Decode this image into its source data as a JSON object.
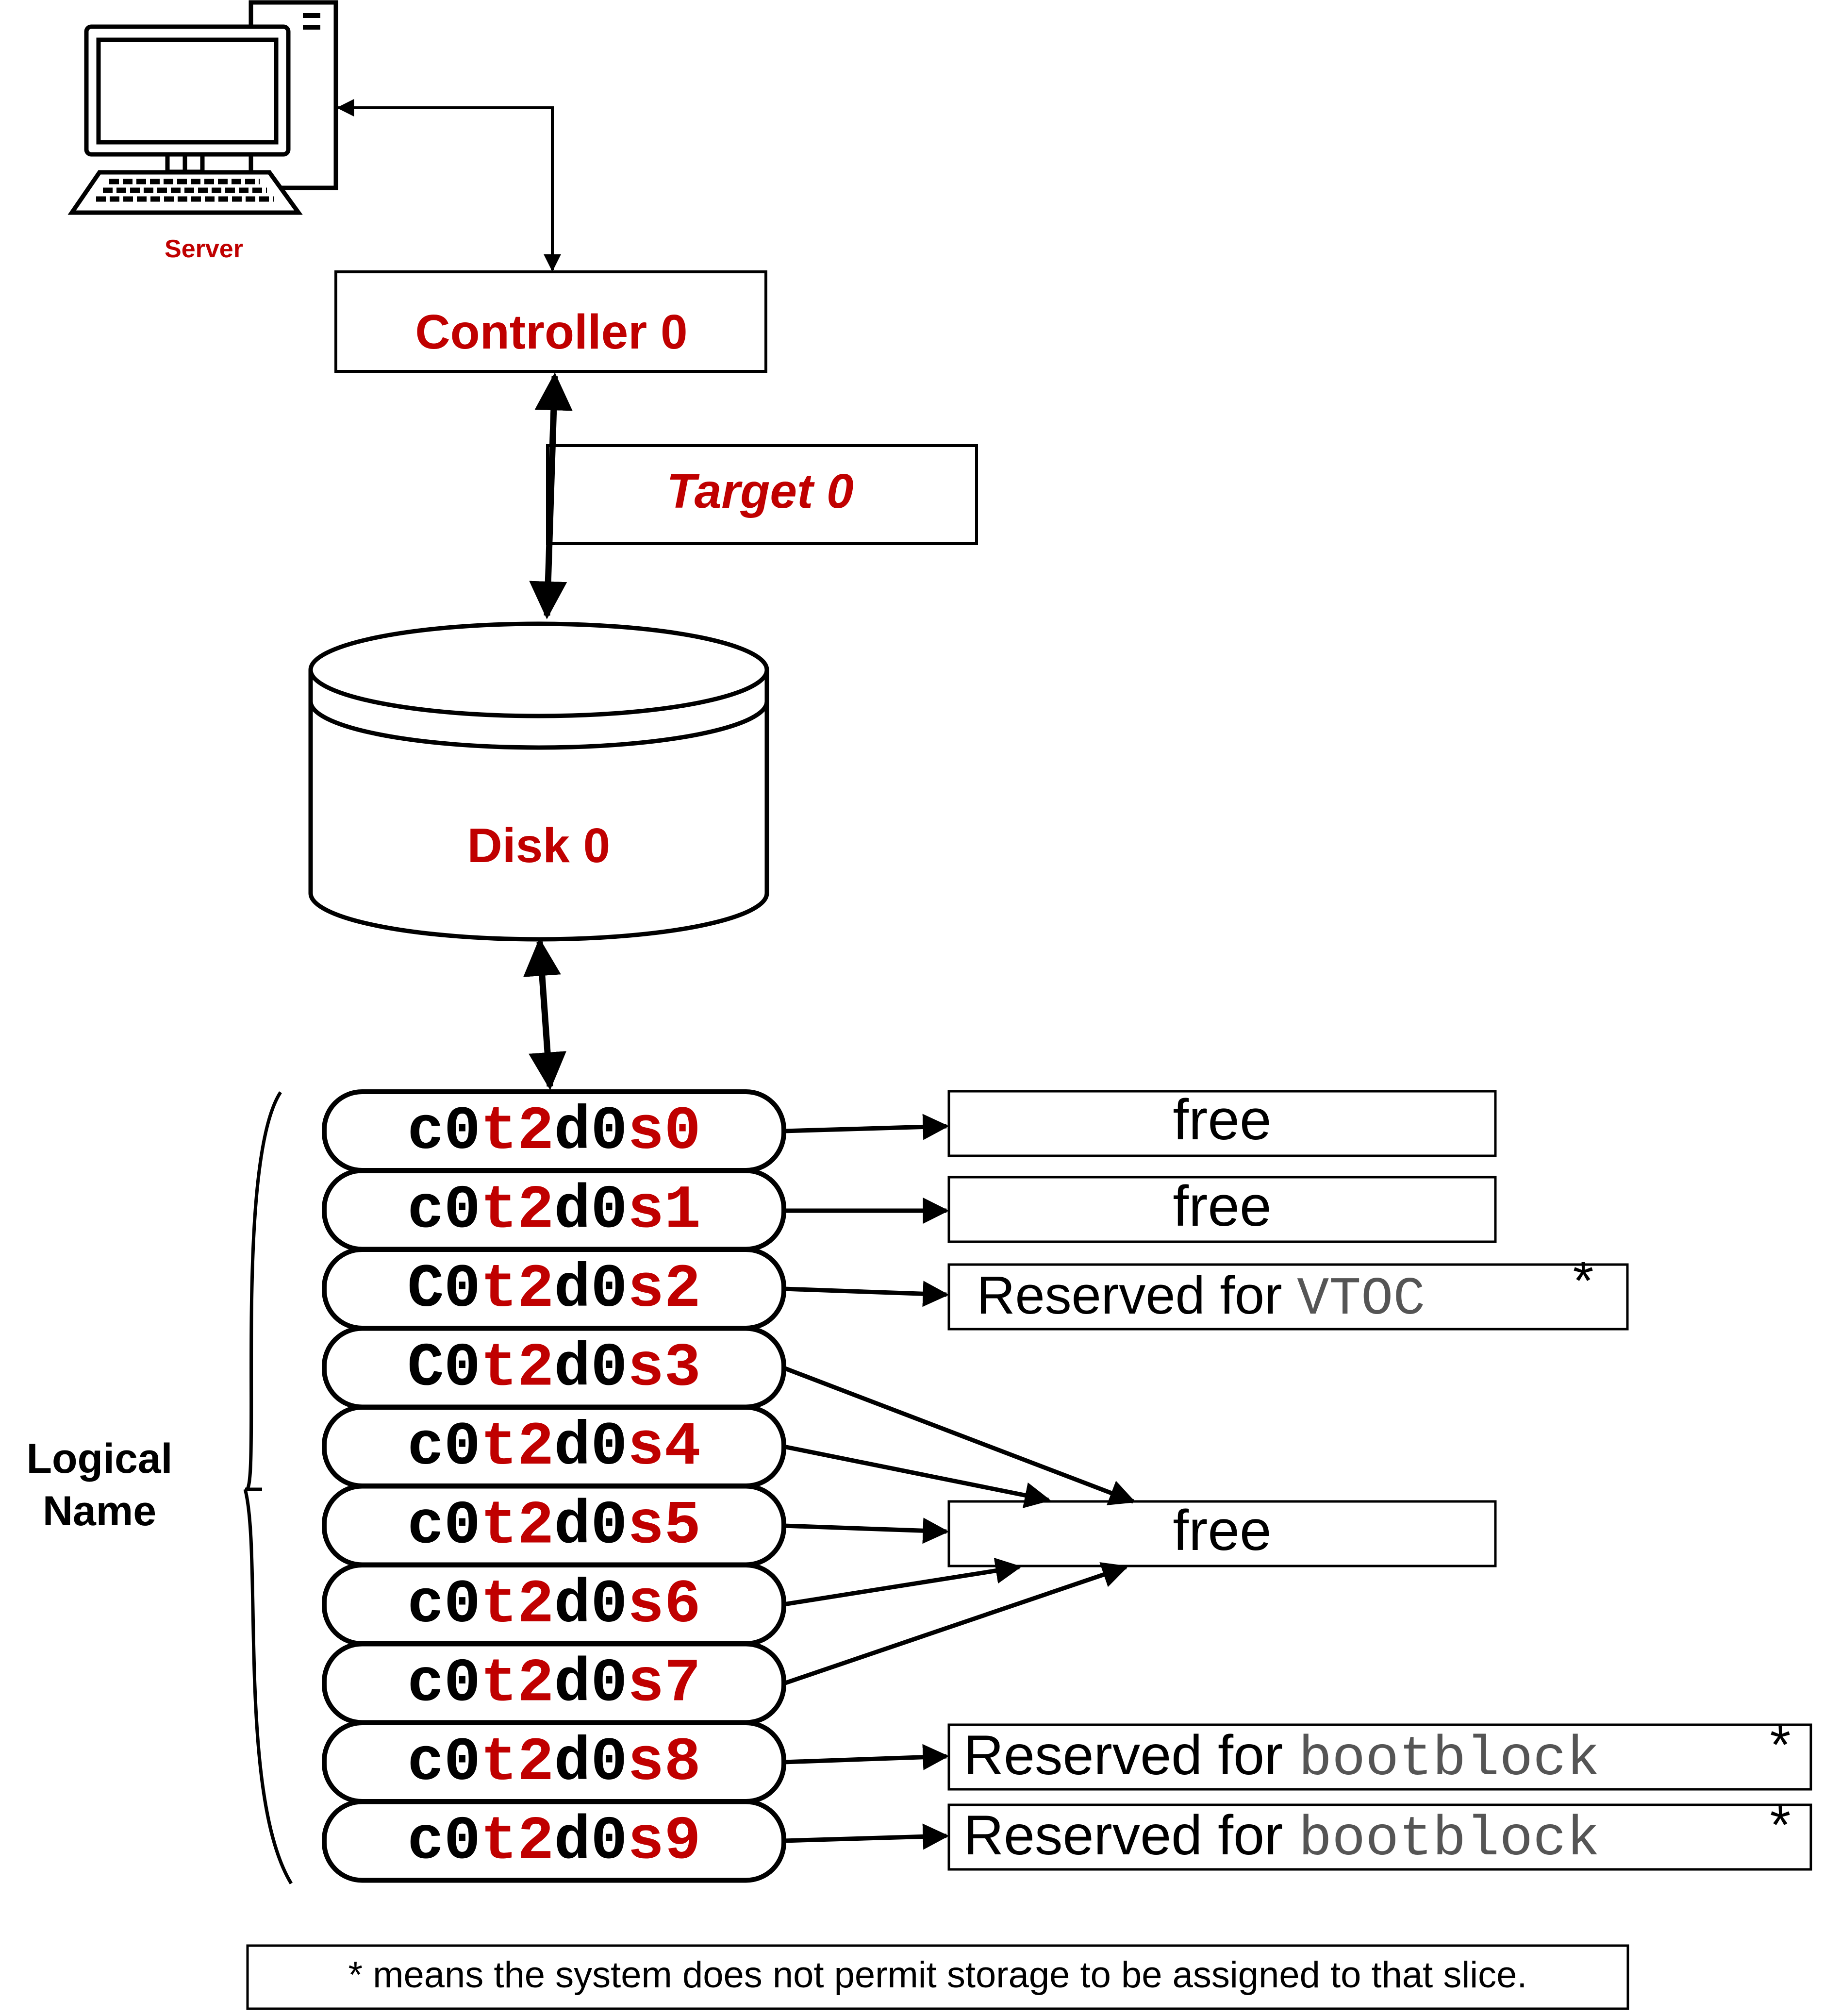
{
  "server": {
    "label": "Server",
    "icon": "desktop-computer-icon"
  },
  "controller": {
    "label": "Controller 0"
  },
  "target": {
    "label": "Target 0"
  },
  "disk": {
    "label": "Disk 0",
    "icon": "disk-cylinder-icon"
  },
  "logical_name": {
    "line1": "Logical",
    "line2": "Name"
  },
  "slices": [
    {
      "c": "c0",
      "t": "t2",
      "d": "d0",
      "s": "s0"
    },
    {
      "c": "c0",
      "t": "t2",
      "d": "d0",
      "s": "s1"
    },
    {
      "c": "C0",
      "t": "t2",
      "d": "d0",
      "s": "s2"
    },
    {
      "c": "C0",
      "t": "t2",
      "d": "d0",
      "s": "s3"
    },
    {
      "c": "c0",
      "t": "t2",
      "d": "d0",
      "s": "s4"
    },
    {
      "c": "c0",
      "t": "t2",
      "d": "d0",
      "s": "s5"
    },
    {
      "c": "c0",
      "t": "t2",
      "d": "d0",
      "s": "s6"
    },
    {
      "c": "c0",
      "t": "t2",
      "d": "d0",
      "s": "s7"
    },
    {
      "c": "c0",
      "t": "t2",
      "d": "d0",
      "s": "s8"
    },
    {
      "c": "c0",
      "t": "t2",
      "d": "d0",
      "s": "s9"
    }
  ],
  "targets": {
    "free_s0": {
      "text": "free"
    },
    "free_s1": {
      "text": "free"
    },
    "vtoc": {
      "prefix": "Reserved for ",
      "code": "VTOC",
      "star": "*"
    },
    "free_shared": {
      "text": "free"
    },
    "boot_s8": {
      "prefix": "Reserved for ",
      "code": "bootblock",
      "star": "*"
    },
    "boot_s9": {
      "prefix": "Reserved for ",
      "code": "bootblock",
      "star": "*"
    }
  },
  "footnote": "* means the system does not permit storage to be assigned to that slice.",
  "colors": {
    "accent": "#c00000",
    "line": "#000000"
  }
}
